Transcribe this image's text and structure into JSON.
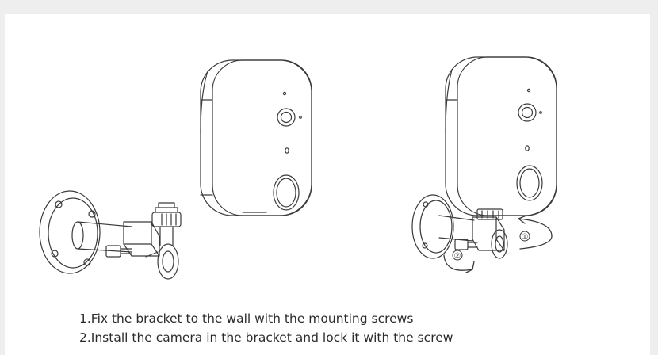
{
  "steps": [
    "1.Fix the bracket to the wall with the mounting screws",
    "2.Install the camera in the bracket and lock it with the screw"
  ],
  "callouts": {
    "rotate_camera": "①",
    "lock_screw": "②"
  },
  "icons": {
    "bracket": "wall-bracket-icon",
    "camera": "camera-icon",
    "arrow": "rotation-arrow-icon"
  },
  "colors": {
    "line": "#3a3a3a",
    "background": "#ffffff",
    "outer": "#eeeeee"
  }
}
